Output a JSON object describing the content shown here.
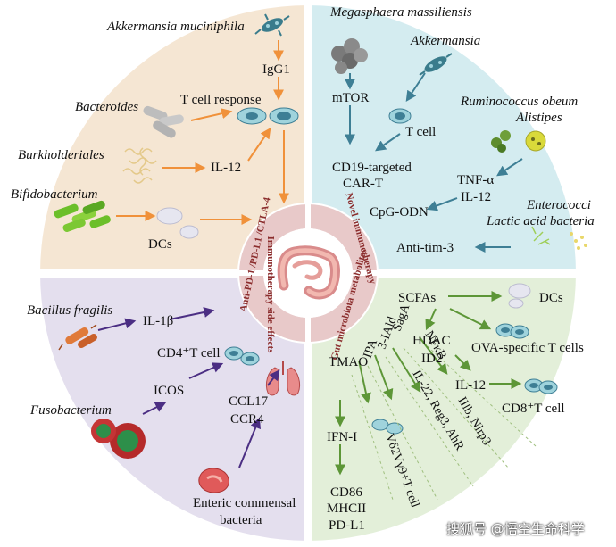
{
  "quadrants": {
    "top_left": {
      "bacteria": [
        "Akkermansia muciniphila",
        "Bacteroides",
        "Burkholderiales",
        "Bifidobacterium"
      ],
      "mediators": [
        "IgG1",
        "T cell response",
        "IL-12",
        "DCs"
      ],
      "color": "#f5e6d3"
    },
    "top_right": {
      "bacteria": [
        "Megasphaera massiliensis",
        "Akkermansia",
        "Ruminococcus obeum",
        "Alistipes",
        "Enterococci",
        "Lactic acid bacteria"
      ],
      "mediators": [
        "mTOR",
        "T cell",
        "CD19-targeted",
        "CAR-T",
        "TNF-α",
        "IL-12",
        "CpG-ODN",
        "Anti-tim-3"
      ],
      "color": "#d4ecf0"
    },
    "bottom_left": {
      "bacteria": [
        "Bacillus fragilis",
        "Fusobacterium",
        "Enteric commensal",
        "bacteria"
      ],
      "mediators": [
        "IL-1β",
        "CD4⁺T cell",
        "ICOS",
        "CCL17",
        "CCR4"
      ],
      "color": "#e4dfee"
    },
    "bottom_right": {
      "metabolites": [
        "SCFAs",
        "SagA",
        "3-IAld",
        "IPA",
        "TMAO"
      ],
      "mediators": [
        "DCs",
        "HDAC",
        "ID2",
        "OVA-specific T cells",
        "IL-12",
        "CD8⁺T cell",
        "NFκB",
        "IL-22, Reg3, AhR",
        "Vδ2Vγ9+T cell",
        "IIlb, Nlrp3",
        "IFN-I",
        "CD86",
        "MHCII",
        "PD-L1"
      ],
      "color": "#e3efd9"
    }
  },
  "center": {
    "segments": [
      "Anti-PD-1 /PD-L1 /CTLA-4",
      "Novel immunotherapy",
      "Immunotherapy side effects",
      "Gut microbiota metabolites"
    ]
  },
  "watermark": "搜狐号 @悟空生命科学",
  "colors": {
    "orange_arrow": "#f0913a",
    "blue_arrow": "#3e7f95",
    "purple_arrow": "#4b2e83",
    "green_arrow": "#5d9637",
    "center_ring": "#e8c9c9",
    "center_text": "#8b2d2d"
  }
}
